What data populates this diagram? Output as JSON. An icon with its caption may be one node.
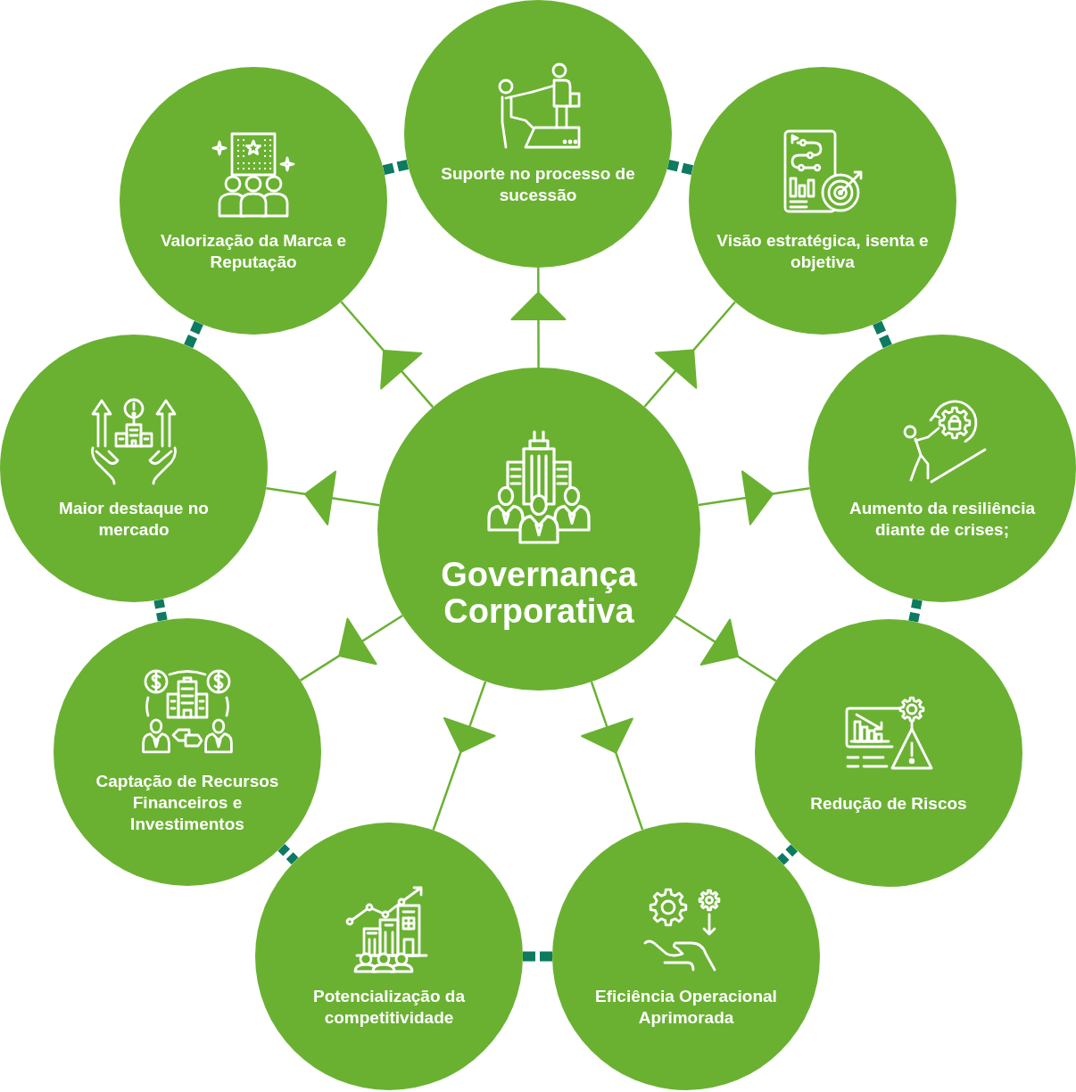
{
  "diagram": {
    "nodes": [
      {
        "text": [
          "Governança Corporativa"
        ]
      },
      {
        "text": [
          "Suporte no processo de sucessão"
        ]
      },
      {
        "text": [
          "Visão estratégica, isenta e objetiva"
        ]
      },
      {
        "text": [
          "Aumento da resiliência diante de crises;"
        ]
      },
      {
        "text": [
          "Redução de Riscos"
        ]
      },
      {
        "text": [
          "Eficiência Operacional Aprimorada"
        ]
      },
      {
        "text": [
          "Potencialização da competitividade"
        ]
      },
      {
        "text": [
          "Captação de Recursos Financeiros e Investimentos"
        ]
      },
      {
        "text": [
          "Maior destaque no mercado"
        ]
      },
      {
        "text": [
          "Valorização da Marca e Reputação"
        ]
      }
    ],
    "edges": [
      {
        "from": 0,
        "to": 1,
        "arrow": "to",
        "color": "#6ab132"
      },
      {
        "from": 0,
        "to": 2,
        "arrow": "to",
        "color": "#6ab132"
      },
      {
        "from": 0,
        "to": 3,
        "arrow": "to",
        "color": "#6ab132"
      },
      {
        "from": 0,
        "to": 4,
        "arrow": "to",
        "color": "#6ab132"
      },
      {
        "from": 0,
        "to": 5,
        "arrow": "to",
        "color": "#6ab132"
      },
      {
        "from": 0,
        "to": 6,
        "arrow": "to",
        "color": "#6ab132"
      },
      {
        "from": 0,
        "to": 7,
        "arrow": "to",
        "color": "#6ab132"
      },
      {
        "from": 0,
        "to": 8,
        "arrow": "to",
        "color": "#6ab132"
      },
      {
        "from": 0,
        "to": 9,
        "arrow": "to",
        "color": "#6ab132"
      },
      {
        "from": 1,
        "to": 2,
        "arrow": "none",
        "style": "dashed",
        "color": "#0e7a5f"
      },
      {
        "from": 2,
        "to": 3,
        "arrow": "none",
        "style": "dashed",
        "color": "#0e7a5f"
      },
      {
        "from": 3,
        "to": 4,
        "arrow": "none",
        "style": "dashed",
        "color": "#0e7a5f"
      },
      {
        "from": 4,
        "to": 5,
        "arrow": "none",
        "style": "dashed",
        "color": "#0e7a5f"
      },
      {
        "from": 5,
        "to": 6,
        "arrow": "none",
        "style": "dashed",
        "color": "#0e7a5f"
      },
      {
        "from": 6,
        "to": 7,
        "arrow": "none",
        "style": "dashed",
        "color": "#0e7a5f"
      },
      {
        "from": 7,
        "to": 8,
        "arrow": "none",
        "style": "dashed",
        "color": "#0e7a5f"
      },
      {
        "from": 8,
        "to": 9,
        "arrow": "none",
        "style": "dashed",
        "color": "#0e7a5f"
      },
      {
        "from": 9,
        "to": 1,
        "arrow": "none",
        "style": "dashed",
        "color": "#0e7a5f"
      }
    ]
  }
}
